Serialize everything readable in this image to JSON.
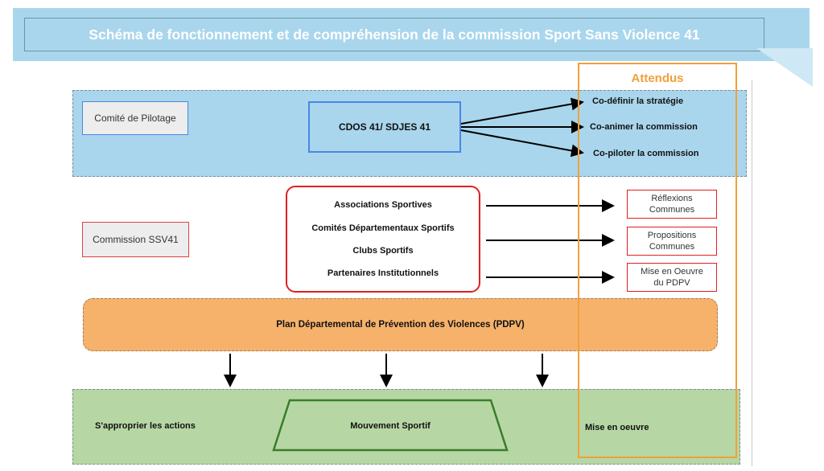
{
  "title": "Schéma de fonctionnement et de compréhension de la commission Sport Sans Violence 41",
  "attendus": "Attendus",
  "pilotage": {
    "comite": "Comité de Pilotage",
    "cdos": "CDOS 41/ SDJES 41",
    "outcomes": [
      "Co-définir la stratégie",
      "Co-animer la commission",
      "Co-piloter la commission"
    ]
  },
  "commission": {
    "label": "Commission SSV41",
    "members": [
      "Associations Sportives",
      "Comités Départementaux Sportifs",
      "Clubs Sportifs",
      "Partenaires Institutionnels"
    ],
    "outcomes": [
      {
        "line1": "Réflexions",
        "line2": "Communes"
      },
      {
        "line1": "Propositions",
        "line2": "Communes"
      },
      {
        "line1": "Mise en Oeuvre",
        "line2": "du PDPV"
      }
    ]
  },
  "plan": "Plan Départemental de Prévention des Violences (PDPV)",
  "bottom": {
    "left": "S'approprier les actions",
    "center": "Mouvement Sportif",
    "right": "Mise en oeuvre"
  },
  "colors": {
    "title_band": "#a9d6ec",
    "pilotage_band": "#a9d6ec",
    "plan_fill": "#f6b26b",
    "bottom_band": "#b6d7a4",
    "attendus_accent": "#f2a03a",
    "red_border": "#e02020",
    "blue_border": "#4a86e8",
    "green_border": "#3a7d2a"
  }
}
